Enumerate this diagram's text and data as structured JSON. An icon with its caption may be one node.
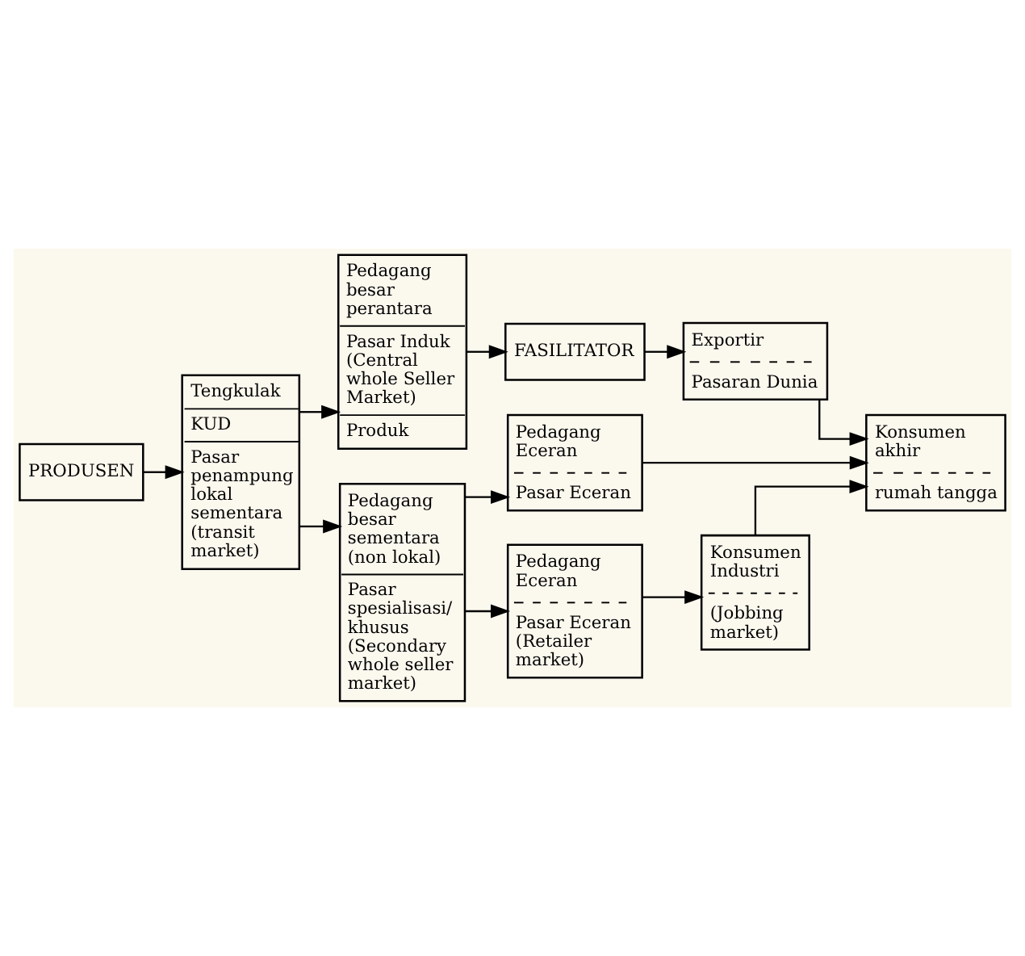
{
  "diagram": {
    "nodes": [
      {
        "text": [
          "PRODUSEN"
        ]
      },
      {
        "text": [
          "Tengkulak",
          "KUD",
          "Pasar penampung lokal sementara (transit market)"
        ]
      },
      {
        "text": [
          "Pedagang besar perantara",
          "Pasar Induk (Central whole Seller Market)",
          "Produk"
        ]
      },
      {
        "text": [
          "Pedagang besar sementara (non lokal)",
          "Pasar spesialisasi/ khusus (Secondary whole seller market)"
        ]
      },
      {
        "text": [
          "FASILITATOR"
        ]
      },
      {
        "text": [
          "Exportir",
          "Pasaran Dunia"
        ]
      },
      {
        "text": [
          "Pedagang Eceran",
          "Pasar Eceran"
        ]
      },
      {
        "text": [
          "Pedagang Eceran",
          "Pasar Eceran (Retailer market)"
        ]
      },
      {
        "text": [
          "Konsumen Industri",
          "(Jobbing market)"
        ]
      },
      {
        "text": [
          "Konsumen akhir",
          "rumah tangga"
        ]
      }
    ],
    "edges": [
      {
        "from": 0,
        "to": 1,
        "arrow": "to"
      },
      {
        "from": 1,
        "to": 2,
        "arrow": "to"
      },
      {
        "from": 1,
        "to": 3,
        "arrow": "to"
      },
      {
        "from": 2,
        "to": 4,
        "arrow": "to"
      },
      {
        "from": 4,
        "to": 5,
        "arrow": "to"
      },
      {
        "from": 5,
        "to": 9,
        "arrow": "to"
      },
      {
        "from": 3,
        "to": 6,
        "arrow": "to"
      },
      {
        "from": 3,
        "to": 7,
        "arrow": "to"
      },
      {
        "from": 6,
        "to": 9,
        "arrow": "to"
      },
      {
        "from": 7,
        "to": 8,
        "arrow": "to"
      },
      {
        "from": 8,
        "to": 9,
        "arrow": "to"
      }
    ]
  }
}
